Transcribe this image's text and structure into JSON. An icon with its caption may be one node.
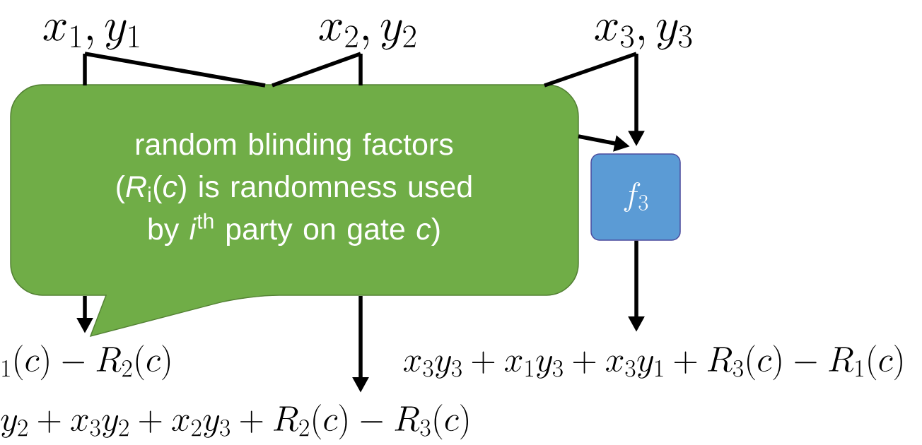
{
  "diagram": {
    "nodes": [
      {
        "text": [
          "x_1, y_1"
        ]
      },
      {
        "text": [
          "x_2, y_2"
        ]
      },
      {
        "text": [
          "x_3, y_3"
        ]
      },
      {
        "text": [
          "random blinding factors (*R*$_{i}$(*c*) is randomness used by *i*$^{th}$ party on gate *c*)"
        ]
      },
      {
        "text": [
          "f_3"
        ]
      },
      {
        "text": [
          "_1(c) - R_2(c)"
        ]
      },
      {
        "text": [
          "y_2 + x_3 y_2 + x_2 y_3 + R_2(c) - R_3(c)"
        ]
      },
      {
        "text": [
          "x_3 y_3 + x_1 y_3 + x_3 y_1 + R_3(c) - R_1(c)"
        ]
      }
    ],
    "edges": [
      {
        "from": 0,
        "to": 3,
        "arrow": "none"
      },
      {
        "from": 3,
        "to": 5,
        "arrow": "to"
      },
      {
        "from": 0,
        "to": 3,
        "arrow": "none"
      },
      {
        "from": 3,
        "to": 4,
        "arrow": "to"
      },
      {
        "from": 1,
        "to": 3,
        "arrow": "none"
      },
      {
        "from": 3,
        "to": 6,
        "arrow": "to"
      },
      {
        "from": 1,
        "to": 3,
        "arrow": "none"
      },
      {
        "from": 2,
        "to": 4,
        "arrow": "to"
      },
      {
        "from": 2,
        "to": 3,
        "arrow": "none"
      },
      {
        "from": 4,
        "to": 7,
        "arrow": "to"
      }
    ]
  }
}
